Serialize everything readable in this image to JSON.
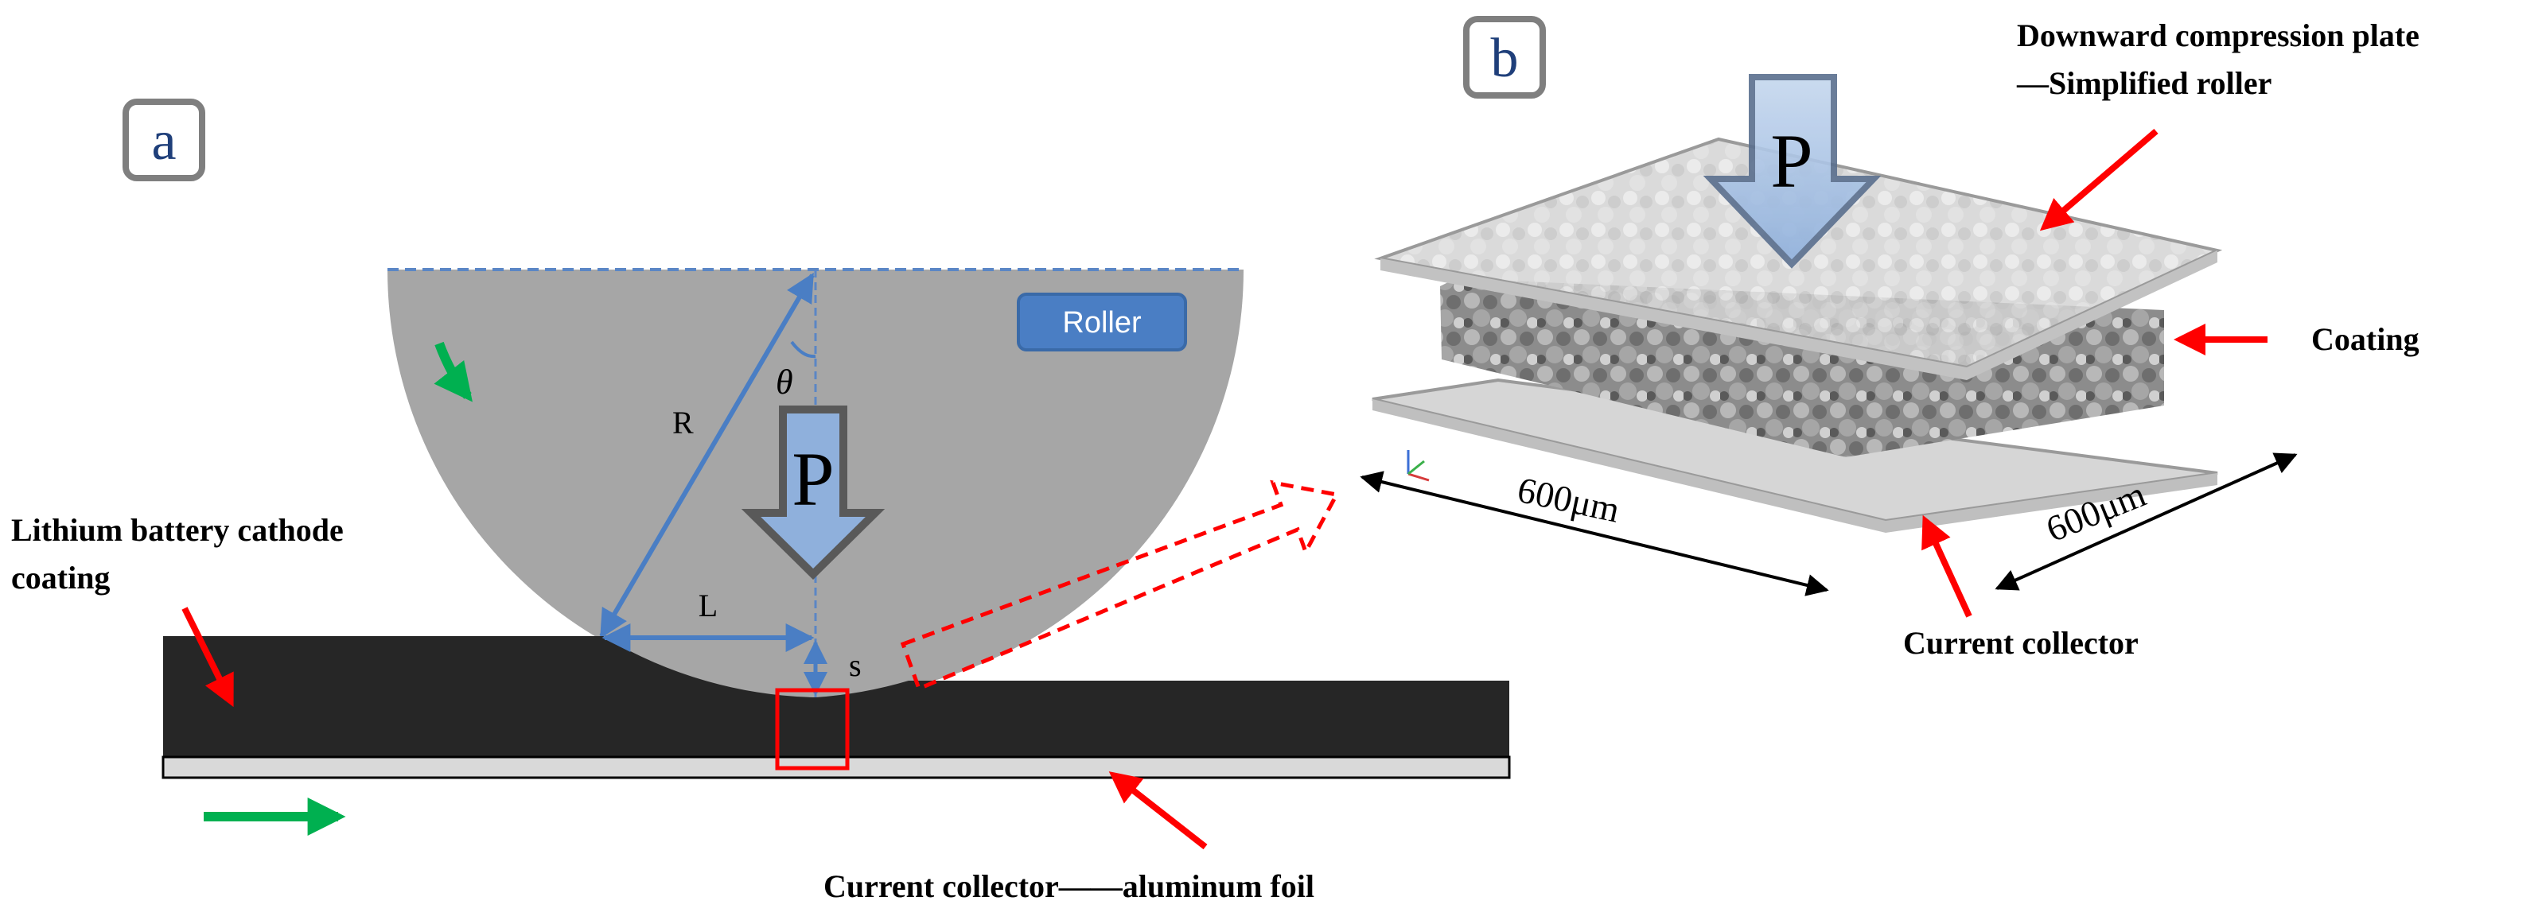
{
  "panels": {
    "a": {
      "letter": "a",
      "roller_label": "Roller",
      "symbol_R": "R",
      "symbol_theta": "θ",
      "symbol_P": "P",
      "symbol_L": "L",
      "symbol_s": "s",
      "coating_label_line1": "Lithium battery cathode",
      "coating_label_line2": "coating",
      "collector_label": "Current collector——aluminum foil"
    },
    "b": {
      "letter": "b",
      "plate_label_line1": "Downward compression plate",
      "plate_label_line2": "—Simplified roller",
      "coating_label": "Coating",
      "collector_label": "Current collector",
      "symbol_P": "P",
      "dim_front": "600μm",
      "dim_side": "600μm"
    }
  },
  "colors": {
    "roller": "#a6a6a6",
    "coating": "#262626",
    "foil": "#d9d9d9",
    "blue_line": "#4a7ec4",
    "red_arrow": "#ff0000",
    "green_arrow": "#00b050",
    "panel_letter": "#1f3f7a",
    "roller_badge": "#4a7ec4"
  }
}
